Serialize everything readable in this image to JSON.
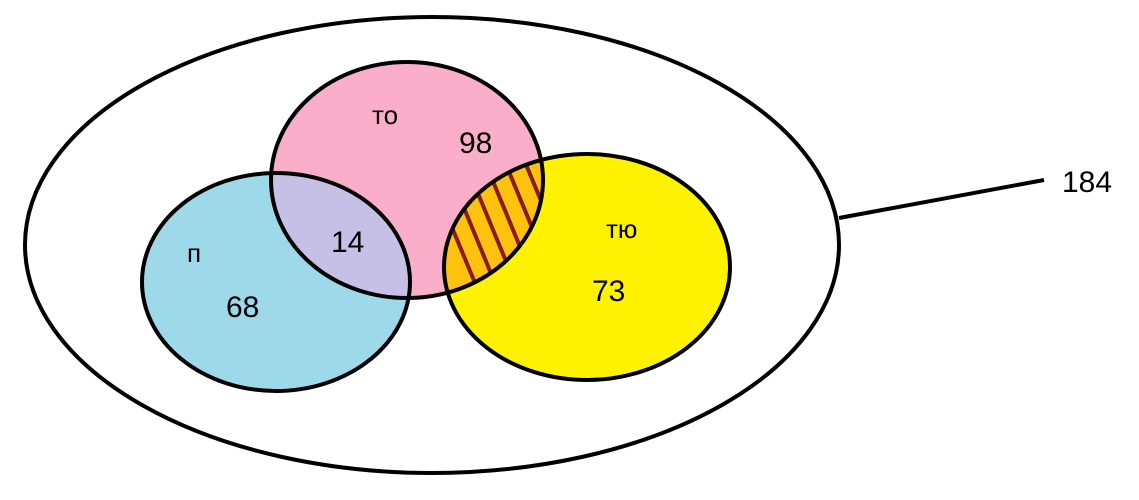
{
  "colors": {
    "outline": "#000000",
    "blue": "#9ed9ea",
    "pink": "#fbaec9",
    "lavender": "#c7c0e6",
    "yellow": "#fff200",
    "orange": "#ffc20e",
    "hatch": "#8b1a1a"
  },
  "sets": {
    "p": {
      "label": "п",
      "value": "68"
    },
    "to": {
      "label": "то",
      "value": "98"
    },
    "tyu": {
      "label": "тю",
      "value": "73"
    }
  },
  "intersections": {
    "p_to": "14"
  },
  "universe": {
    "value": "184"
  }
}
